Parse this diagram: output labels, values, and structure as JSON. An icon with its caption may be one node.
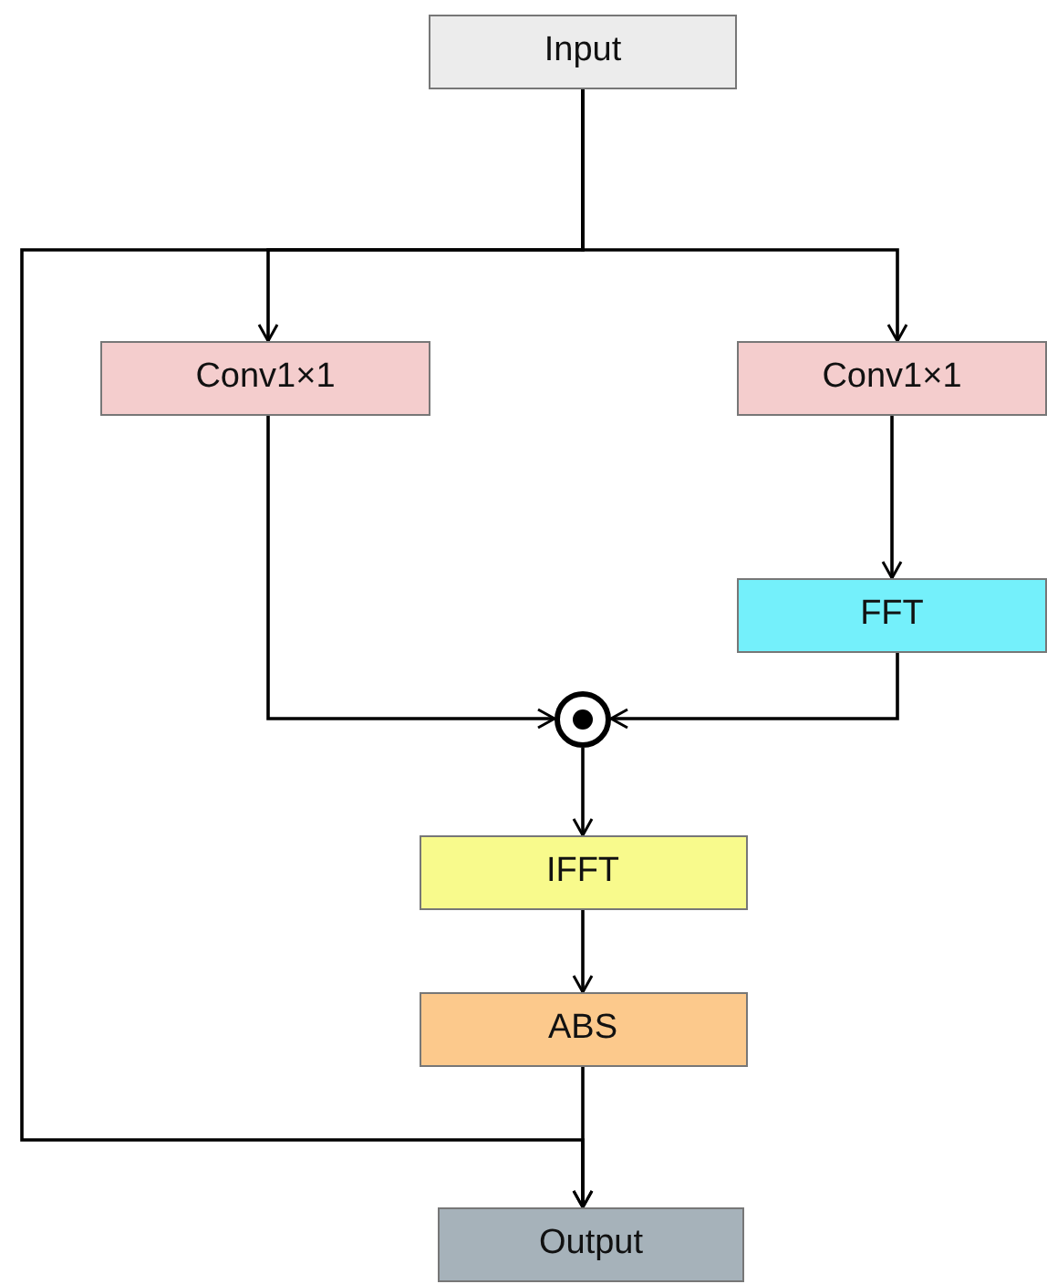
{
  "diagram": {
    "nodes": [
      {
        "text": [
          "Input"
        ]
      },
      {
        "text": [
          "Conv1×1"
        ]
      },
      {
        "text": [
          "Conv1×1"
        ]
      },
      {
        "text": [
          "FFT"
        ]
      },
      {
        "text": [],
        "shape": "circle"
      },
      {
        "text": [
          "IFFT"
        ]
      },
      {
        "text": [
          "ABS"
        ]
      },
      {
        "text": [
          "Output"
        ]
      }
    ],
    "edges": [
      {
        "from": 0,
        "to": 1,
        "arrow": "to"
      },
      {
        "from": 0,
        "to": 2,
        "arrow": "to"
      },
      {
        "from": 0,
        "to": 7,
        "arrow": "to"
      },
      {
        "from": 1,
        "to": 4,
        "arrow": "to"
      },
      {
        "from": 2,
        "to": 3,
        "arrow": "to"
      },
      {
        "from": 3,
        "to": 4,
        "arrow": "to"
      },
      {
        "from": 4,
        "to": 5,
        "arrow": "to"
      },
      {
        "from": 5,
        "to": 6,
        "arrow": "to"
      },
      {
        "from": 6,
        "to": 7,
        "arrow": "to"
      }
    ]
  }
}
